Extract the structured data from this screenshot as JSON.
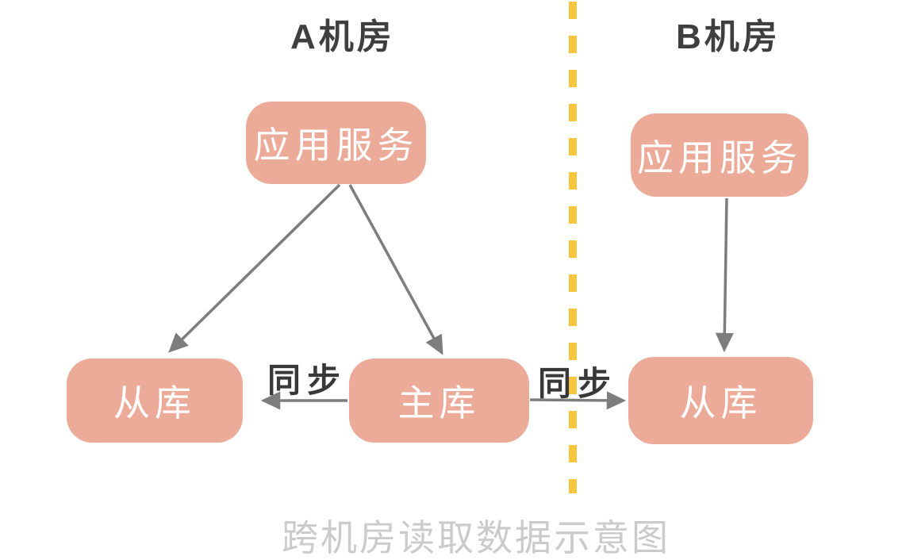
{
  "zones": {
    "a": {
      "label": "A机房"
    },
    "b": {
      "label": "B机房"
    }
  },
  "nodes": {
    "a_app": {
      "label": "应用服务"
    },
    "a_slave": {
      "label": "从库"
    },
    "a_master": {
      "label": "主库"
    },
    "b_app": {
      "label": "应用服务"
    },
    "b_slave": {
      "label": "从库"
    }
  },
  "edges": {
    "master_to_a_slave": {
      "label": "同步"
    },
    "master_to_b_slave": {
      "label": "同步"
    }
  },
  "caption": "跨机房读取数据示意图",
  "colors": {
    "node_fill": "#ecab99",
    "node_text": "#ffffff",
    "arrow": "#7d7d7d",
    "divider": "#f6c63f",
    "zone_label": "#3f3f3f",
    "sync_label": "#383838",
    "caption": "#cbcbcb"
  }
}
